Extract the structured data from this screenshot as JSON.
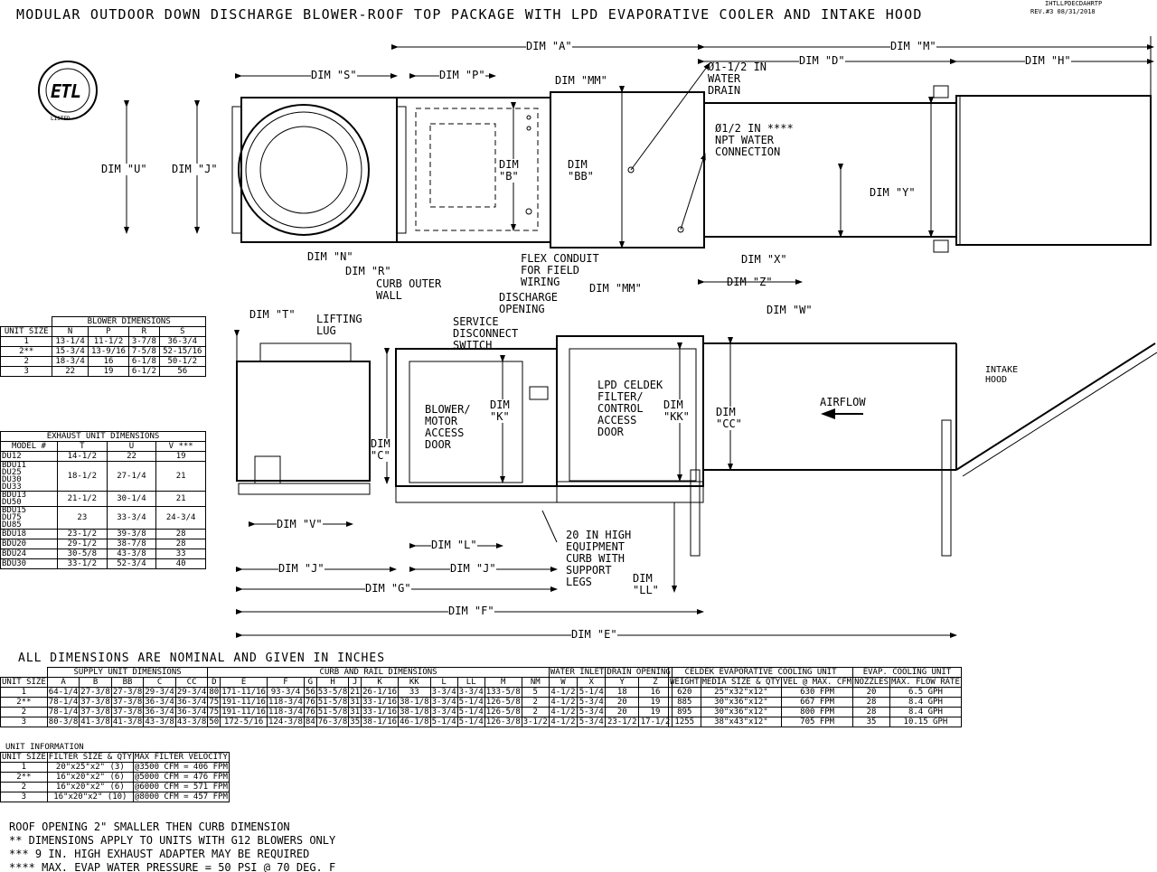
{
  "title": "MODULAR OUTDOOR DOWN DISCHARGE BLOWER-ROOF TOP PACKAGE WITH LPD EVAPORATIVE COOLER AND INTAKE HOOD",
  "rev_block": {
    "line1": "IHTLLPDECDAHRTP",
    "line2": "REV.#3  08/31/2018"
  },
  "logo": {
    "text": "ETL",
    "ring_text": "LISTED"
  },
  "dims": {
    "A": "DIM \"A\"",
    "M": "DIM \"M\"",
    "D": "DIM \"D\"",
    "H": "DIM \"H\"",
    "S": "DIM \"S\"",
    "P": "DIM \"P\"",
    "MM_top": "DIM \"MM\"",
    "MM_bot": "DIM \"MM\"",
    "U": "DIM \"U\"",
    "J_top": "DIM \"J\"",
    "B": "DIM\n\"B\"",
    "BB": "DIM\n\"BB\"",
    "Y": "DIM \"Y\"",
    "N": "DIM \"N\"",
    "R": "DIM \"R\"",
    "X": "DIM \"X\"",
    "Z": "DIM \"Z\"",
    "W": "DIM \"W\"",
    "T": "DIM \"T\"",
    "C": "DIM\n\"C\"",
    "K": "DIM\n\"K\"",
    "KK": "DIM\n\"KK\"",
    "CC": "DIM\n\"CC\"",
    "V": "DIM \"V\"",
    "L": "DIM \"L\"",
    "J1": "DIM \"J\"",
    "J2": "DIM \"J\"",
    "LL": "DIM\n\"LL\"",
    "G": "DIM \"G\"",
    "F": "DIM \"F\"",
    "E": "DIM \"E\""
  },
  "labels": {
    "drain": "Ø1-1/2 IN\nWATER\nDRAIN",
    "water_conn": "Ø1/2 IN ****\nNPT WATER\nCONNECTION",
    "flex": "FLEX CONDUIT\nFOR FIELD\nWIRING",
    "curb_outer": "CURB OUTER\nWALL",
    "discharge": "DISCHARGE\nOPENING",
    "lifting": "LIFTING\nLUG",
    "service": "SERVICE\nDISCONNECT\nSWITCH",
    "blower_door": "BLOWER/\nMOTOR\nACCESS\nDOOR",
    "lpd": "LPD CELDEK\nFILTER/\nCONTROL\nACCESS\nDOOR",
    "airflow": "AIRFLOW",
    "intake": "INTAKE\nHOOD",
    "curb20": "20 IN HIGH\nEQUIPMENT\nCURB WITH\nSUPPORT\nLEGS"
  },
  "blower_table": {
    "title": "BLOWER DIMENSIONS",
    "headers": [
      "UNIT SIZE",
      "N",
      "P",
      "R",
      "S"
    ],
    "rows": [
      [
        "1",
        "13-1/4",
        "11-1/2",
        "3-7/8",
        "36-3/4"
      ],
      [
        "2**",
        "15-3/4",
        "13-9/16",
        "7-5/8",
        "52-15/16"
      ],
      [
        "2",
        "18-3/4",
        "16",
        "6-1/8",
        "50-1/2"
      ],
      [
        "3",
        "22",
        "19",
        "6-1/2",
        "56"
      ]
    ]
  },
  "exhaust_table": {
    "title": "EXHAUST UNIT DIMENSIONS",
    "headers": [
      "MODEL #",
      "T",
      "U",
      "V ***"
    ],
    "rows": [
      {
        "models": [
          "DU12"
        ],
        "t": "14-1/2",
        "u": "22",
        "v": "19"
      },
      {
        "models": [
          "BDU11",
          "DU25",
          "DU30",
          "DU33"
        ],
        "t": "18-1/2",
        "u": "27-1/4",
        "v": "21"
      },
      {
        "models": [
          "BDU13",
          "DU50"
        ],
        "t": "21-1/2",
        "u": "30-1/4",
        "v": "21"
      },
      {
        "models": [
          "BDU15",
          "DU75",
          "DU85"
        ],
        "t": "23",
        "u": "33-3/4",
        "v": "24-3/4"
      },
      {
        "models": [
          "BDU18"
        ],
        "t": "23-1/2",
        "u": "39-3/8",
        "v": "28"
      },
      {
        "models": [
          "BDU20"
        ],
        "t": "29-1/2",
        "u": "38-7/8",
        "v": "28"
      },
      {
        "models": [
          "BDU24"
        ],
        "t": "30-5/8",
        "u": "43-3/8",
        "v": "33"
      },
      {
        "models": [
          "BDU30"
        ],
        "t": "33-1/2",
        "u": "52-3/4",
        "v": "40"
      }
    ]
  },
  "all_dims_note": "ALL DIMENSIONS ARE NOMINAL AND GIVEN IN INCHES",
  "supply_table": {
    "groups": [
      "SUPPLY UNIT DIMENSIONS",
      "CURB AND RAIL DIMENSIONS",
      "WATER INLET",
      "DRAIN OPENING"
    ],
    "headers": [
      "UNIT SIZE",
      "A",
      "B",
      "BB",
      "C",
      "CC",
      "D",
      "E",
      "F",
      "G",
      "H",
      "J",
      "K",
      "KK",
      "L",
      "LL",
      "M",
      "NM",
      "W",
      "X",
      "Y",
      "Z"
    ],
    "rows": [
      [
        "1",
        "64-1/4",
        "27-3/8",
        "27-3/8",
        "29-3/4",
        "29-3/4",
        "80",
        "171-11/16",
        "93-3/4",
        "56",
        "53-5/8",
        "21",
        "26-1/16",
        "33",
        "3-3/4",
        "3-3/4",
        "133-5/8",
        "5",
        "4-1/2",
        "5-1/4",
        "18",
        "16"
      ],
      [
        "2**",
        "78-1/4",
        "37-3/8",
        "37-3/8",
        "36-3/4",
        "36-3/4",
        "75",
        "191-11/16",
        "118-3/4",
        "76",
        "51-5/8",
        "31",
        "33-1/16",
        "38-1/8",
        "3-3/4",
        "5-1/4",
        "126-5/8",
        "2",
        "4-1/2",
        "5-3/4",
        "20",
        "19"
      ],
      [
        "2",
        "78-1/4",
        "37-3/8",
        "37-3/8",
        "36-3/4",
        "36-3/4",
        "75",
        "191-11/16",
        "118-3/4",
        "76",
        "51-5/8",
        "31",
        "33-1/16",
        "38-1/8",
        "3-3/4",
        "5-1/4",
        "126-5/8",
        "2",
        "4-1/2",
        "5-3/4",
        "20",
        "19"
      ],
      [
        "3",
        "80-3/8",
        "41-3/8",
        "41-3/8",
        "43-3/8",
        "43-3/8",
        "50",
        "172-5/16",
        "124-3/8",
        "84",
        "76-3/8",
        "35",
        "38-1/16",
        "46-1/8",
        "5-1/4",
        "5-1/4",
        "126-3/8",
        "3-1/2",
        "4-1/2",
        "5-3/4",
        "23-1/2",
        "17-1/2"
      ]
    ]
  },
  "celdek_table": {
    "group1": "CELDEK EVAPORATIVE COOLING UNIT",
    "group2": "EVAP. COOLING UNIT",
    "headers": [
      "WEIGHT",
      "MEDIA SIZE & QTY",
      "VEL @ MAX. CFM",
      "NOZZLES",
      "MAX. FLOW RATE"
    ],
    "rows": [
      [
        "620",
        "25\"x32\"x12\"",
        "630 FPM",
        "20",
        "6.5 GPH"
      ],
      [
        "885",
        "30\"x36\"x12\"",
        "667 FPM",
        "28",
        "8.4 GPH"
      ],
      [
        "895",
        "30\"x36\"x12\"",
        "800 FPM",
        "28",
        "8.4 GPH"
      ],
      [
        "1255",
        "38\"x43\"x12\"",
        "705 FPM",
        "35",
        "10.15 GPH"
      ]
    ]
  },
  "unit_info_table": {
    "title": "UNIT INFORMATION",
    "headers": [
      "UNIT SIZE",
      "FILTER SIZE & QTY",
      "MAX FILTER VELOCITY"
    ],
    "rows": [
      [
        "1",
        "20\"x25\"x2\" (3)",
        "@3500 CFM = 406 FPM"
      ],
      [
        "2**",
        "16\"x20\"x2\" (6)",
        "@5000 CFM = 476 FPM"
      ],
      [
        "2",
        "16\"x20\"x2\" (6)",
        "@6000 CFM = 571 FPM"
      ],
      [
        "3",
        "16\"x20\"x2\" (10)",
        "@8000 CFM = 457 FPM"
      ]
    ]
  },
  "notes": [
    "ROOF OPENING 2\" SMALLER THEN CURB DIMENSION",
    "** DIMENSIONS APPLY TO UNITS WITH G12 BLOWERS ONLY",
    "*** 9 IN. HIGH EXHAUST ADAPTER MAY BE REQUIRED",
    "**** MAX. EVAP WATER PRESSURE = 50 PSI @ 70 DEG. F"
  ]
}
